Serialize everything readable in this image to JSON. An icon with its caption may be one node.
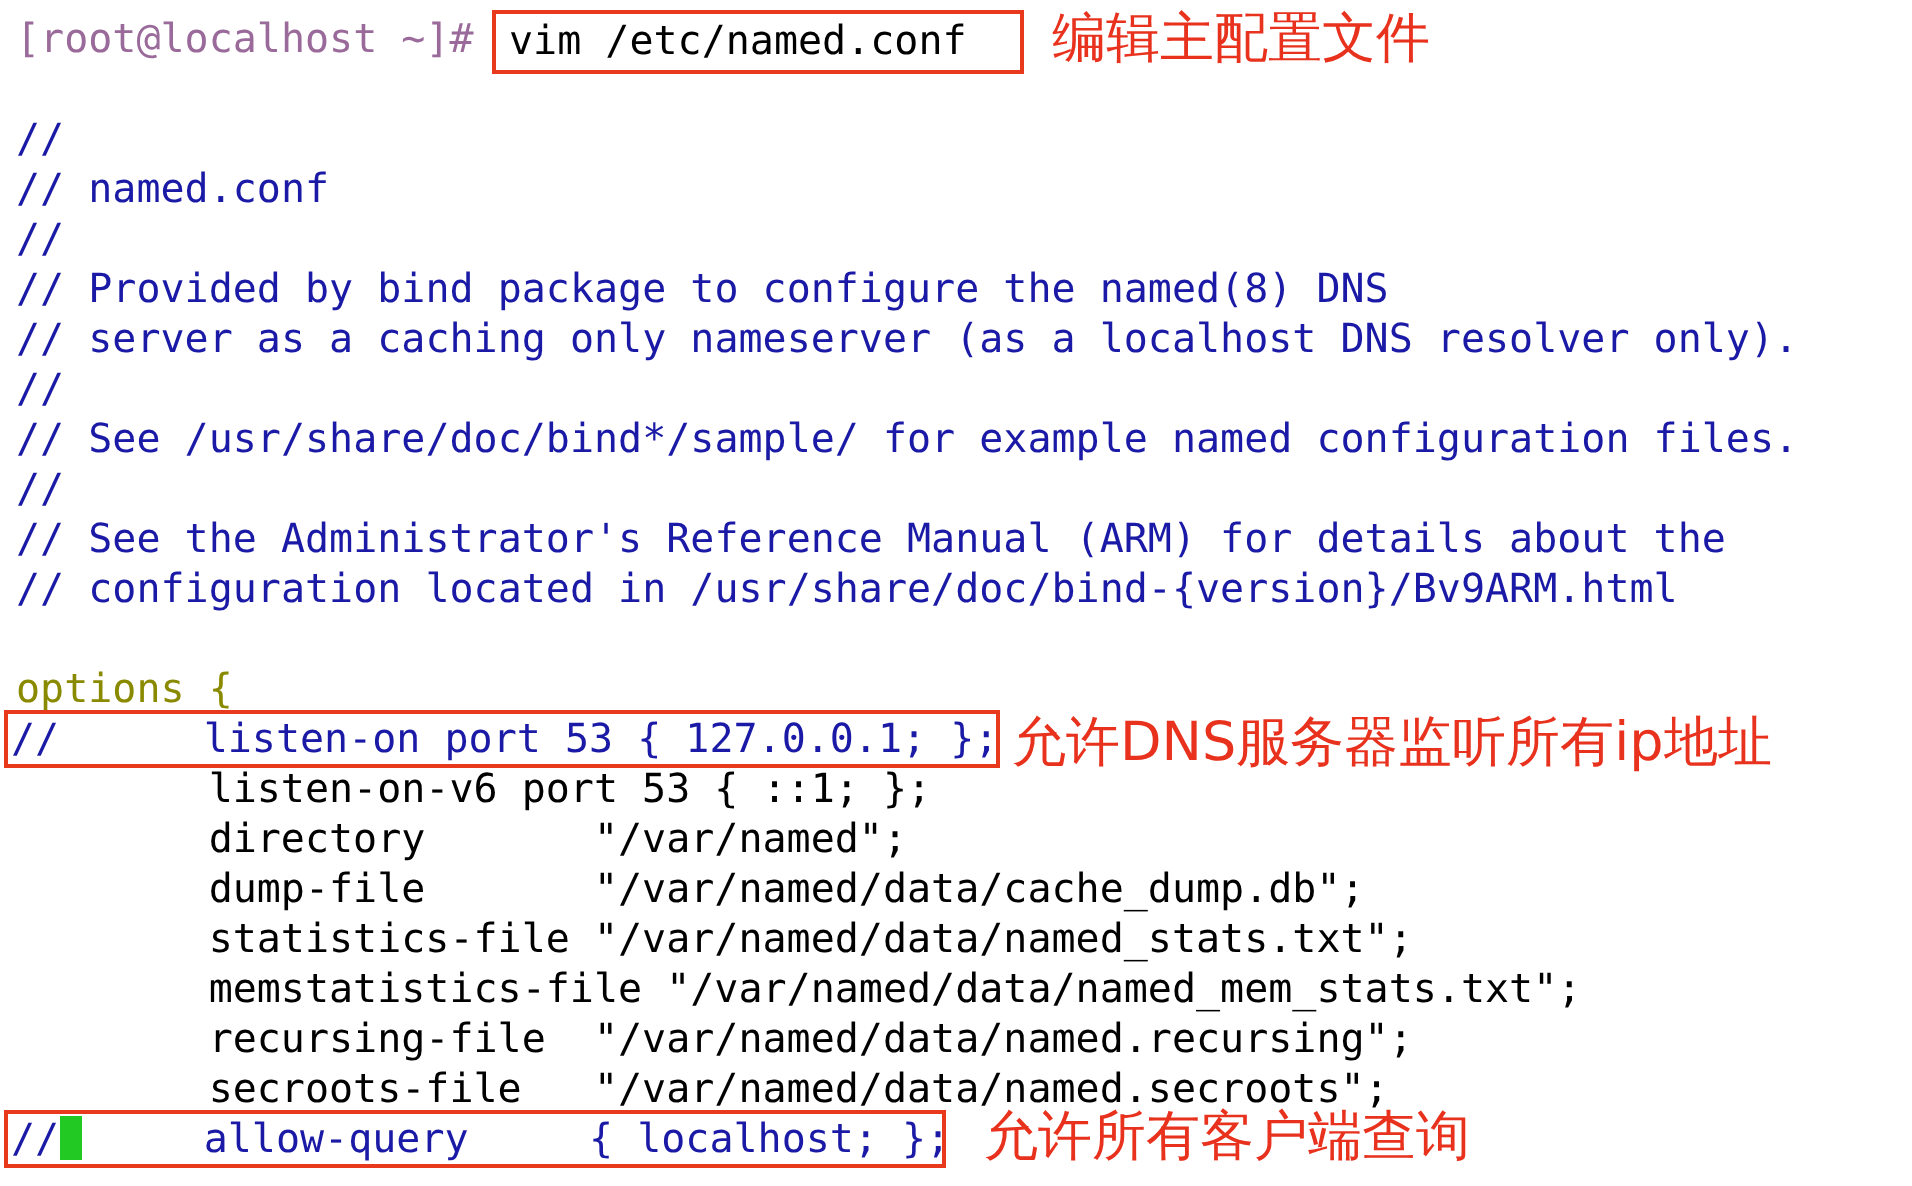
{
  "diagram": {
    "nodes": [
      {
        "text": [
          "vim /etc/named.conf"
        ],
        "beside": [
          "编辑主配置文件"
        ]
      },
      {
        "text": [
          "//      listen-on port 53 { 127.0.0.1; };"
        ],
        "beside": [
          "允许DNS服务器监听所有ip地址"
        ]
      },
      {
        "text": [
          "//      allow-query     { localhost; };"
        ],
        "beside": [
          "允许所有客户端查询"
        ]
      }
    ],
    "labels": [
      "[root@localhost ~]#",
      "//",
      "// named.conf",
      "//",
      "// Provided by bind package to configure the named(8) DNS",
      "// server as a caching only nameserver (as a localhost DNS resolver only).",
      "//",
      "// See /usr/share/doc/bind*/sample/ for example named configuration files.",
      "//",
      "// See the Administrator's Reference Manual (ARM) for details about the",
      "// configuration located in /usr/share/doc/bind-{version}/Bv9ARM.html",
      "options {",
      "listen-on-v6 port 53 { ::1; };",
      "directory       \"/var/named\";",
      "dump-file       \"/var/named/data/cache_dump.db\";",
      "statistics-file \"/var/named/data/named_stats.txt\";",
      "memstatistics-file \"/var/named/data/named_mem_stats.txt\";",
      "recursing-file  \"/var/named/data/named.recursing\";",
      "secroots-file   \"/var/named/data/named.secroots\";"
    ]
  }
}
